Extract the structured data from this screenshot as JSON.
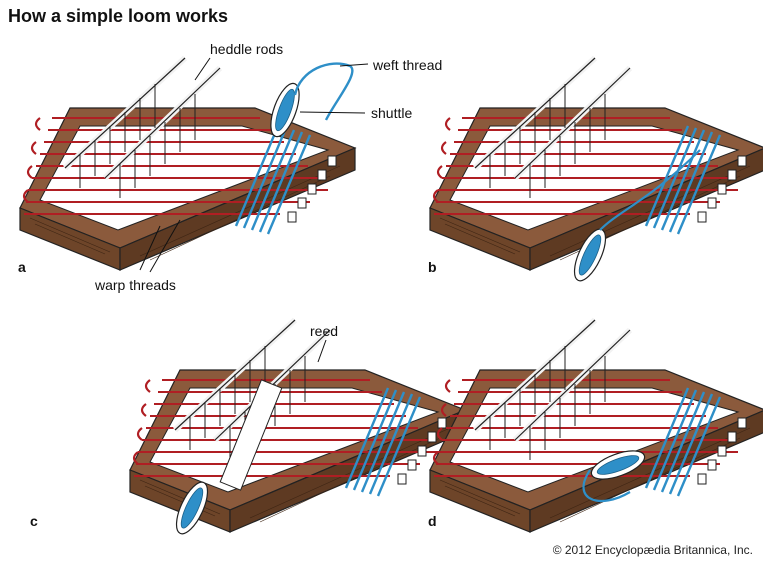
{
  "title": "How a simple loom works",
  "labels": {
    "heddle_rods": "heddle rods",
    "weft_thread": "weft thread",
    "shuttle": "shuttle",
    "warp_threads": "warp threads",
    "reed": "reed"
  },
  "panels": [
    "a",
    "b",
    "c",
    "d"
  ],
  "copyright": "© 2012 Encyclopædia Britannica, Inc.",
  "colors": {
    "frame": "#8b5a3c",
    "frame_dark": "#5e3a22",
    "warp": "#b01e23",
    "weft": "#2e8fc8",
    "cloth": "#ffffff",
    "rod": "#f2f2f2",
    "outline": "#222222"
  }
}
